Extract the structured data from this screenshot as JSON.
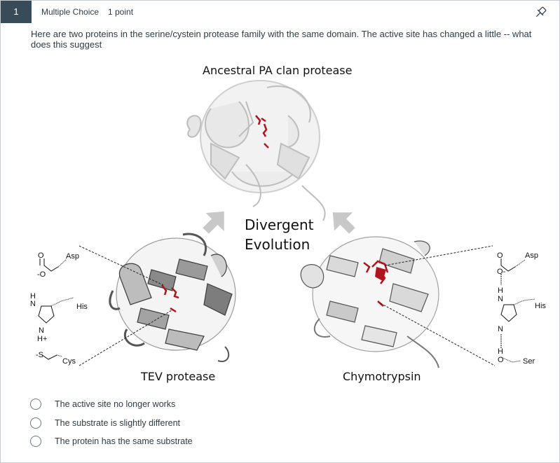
{
  "question": {
    "number": "1",
    "type": "Multiple Choice",
    "points": "1 point",
    "text": "Here are two proteins in the serine/cystein protease family with the same domain. The active site has changed a little -- what does this suggest"
  },
  "figure": {
    "title_top": "Ancestral PA clan protease",
    "arrow_text_line1": "Divergent",
    "arrow_text_line2": "Evolution",
    "label_left": "TEV protease",
    "label_right": "Chymotrypsin",
    "left_residues": {
      "asp": "Asp",
      "his": "His",
      "cys": "Cys",
      "o_minus": "O",
      "n": "N",
      "h": "H",
      "h_plus": "H+",
      "s_minus": "S"
    },
    "right_residues": {
      "asp": "Asp",
      "his": "His",
      "ser": "Ser",
      "o": "O",
      "n": "N",
      "h": "H"
    },
    "colors": {
      "active_site": "#b0141c",
      "ribbon_light": "#d9d9d9",
      "ribbon_dark": "#808080"
    }
  },
  "answers": [
    {
      "label": "The active site no longer works"
    },
    {
      "label": "The substrate is slightly different"
    },
    {
      "label": "The protein has the same substrate"
    }
  ],
  "icons": {
    "pin": "pin-icon"
  }
}
